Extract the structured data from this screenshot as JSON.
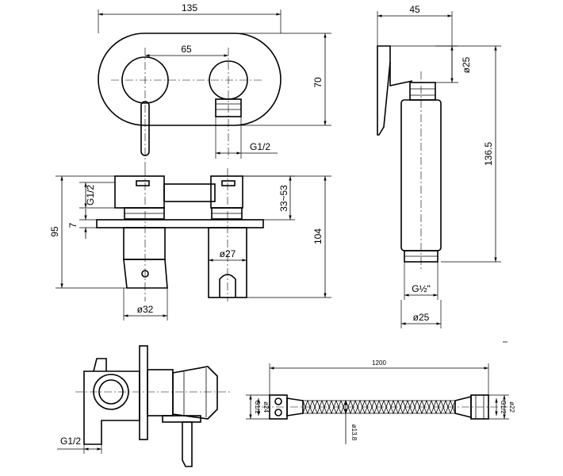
{
  "front_view": {
    "width": "135",
    "center_distance": "65",
    "height": "70",
    "outlet_thread": "G1/2"
  },
  "handset_view": {
    "width": "45",
    "head_diameter": "ø25",
    "length": "136.5",
    "thread": "G½\"",
    "body_diameter": "ø25"
  },
  "section_view": {
    "inlet_thread": "G1/2",
    "mounting_height": "95",
    "plate_thickness": "7",
    "depth_range": "33~53",
    "total_height": "104",
    "holder_diameter": "ø27",
    "body_diameter": "ø32"
  },
  "side_view": {
    "thread": "G1/2"
  },
  "hose_view": {
    "length": "1200",
    "left_thread": "G1/2",
    "left_diameter": "ø24",
    "hose_diameter": "ø13.8",
    "right_thread": "G1/2",
    "right_diameter": "ø22"
  }
}
